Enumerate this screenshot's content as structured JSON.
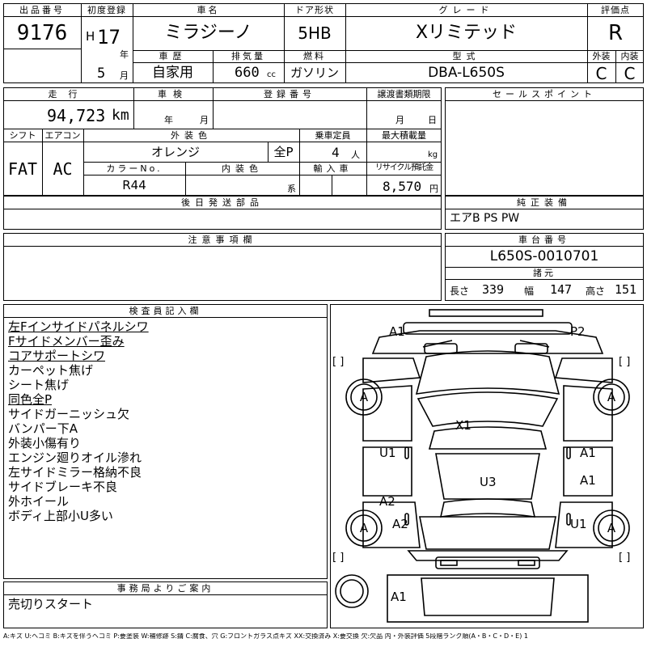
{
  "header": {
    "lot_no_label": "出品番号",
    "lot_no": "9176",
    "first_reg_label": "初度登録",
    "era": "H",
    "year": "17",
    "year_unit": "年",
    "month": "5",
    "month_unit": "月",
    "car_name_label": "車名",
    "car_name": "ミラジーノ",
    "door_label": "ドア形状",
    "door": "5HB",
    "grade_label": "グレード",
    "grade": "Xリミテッド",
    "score_label": "評価点",
    "score": "R",
    "history_label": "車歴",
    "history": "自家用",
    "displacement_label": "排気量",
    "displacement": "660",
    "displacement_unit": "cc",
    "fuel_label": "燃料",
    "fuel": "ガソリン",
    "model_label": "型式",
    "model": "DBA-L650S",
    "exterior_label": "外装",
    "exterior": "C",
    "interior_label": "内装",
    "interior": "C"
  },
  "row2": {
    "mileage_label": "走行",
    "mileage": "94,723",
    "mileage_unit": "km",
    "inspection_label": "車検",
    "inspection_year": "年",
    "inspection_month": "月",
    "reg_no_label": "登録番号",
    "transfer_label": "譲渡書類期限",
    "transfer_month": "月",
    "transfer_day": "日",
    "sales_points_label": "セールスポイント",
    "shift_label": "シフト",
    "shift": "FAT",
    "ac_label": "エアコン",
    "ac": "AC",
    "color_label": "外装色",
    "color": "オレンジ",
    "full_paint": "全P",
    "capacity_label": "乗車定員",
    "capacity": "4",
    "capacity_unit": "人",
    "max_load_label": "最大積載量",
    "max_load_unit": "kg",
    "color_no_label": "カラーNo.",
    "color_no": "R44",
    "int_color_label": "内装色",
    "int_color_unit": "系",
    "import_label": "輸入車",
    "recycle_label": "リサイクル預託金",
    "recycle": "8,570",
    "recycle_unit": "円"
  },
  "later_parts_label": "後日発送部品",
  "genuine_equipment": {
    "label": "純正装備",
    "value": "エアB PS PW"
  },
  "caution_label": "注意事項欄",
  "chassis": {
    "label": "車台番号",
    "value": "L650S-0010701"
  },
  "dimensions": {
    "label": "諸元",
    "length_label": "長さ",
    "length": "339",
    "width_label": "幅",
    "width": "147",
    "height_label": "高さ",
    "height": "151"
  },
  "inspector": {
    "label": "検査員記入欄",
    "notes": [
      "左Fインサイドパネルシワ",
      "Fサイドメンバー歪み",
      "コアサポートシワ",
      "カーペット焦げ",
      "シート焦げ",
      "同色全P",
      "サイドガーニッシュ欠",
      "バンパー下A",
      "外装小傷有り",
      "エンジン廻りオイル滲れ",
      "左サイドミラー格納不良",
      "サイドブレーキ不良",
      "外ホイール",
      "ボディ上部小U多い"
    ]
  },
  "office": {
    "label": "事務局よりご案内",
    "value": "売切りスタート"
  },
  "diagram_marks": {
    "front_left": "A1",
    "front_right": "P2",
    "tire_fl": "A",
    "tire_fr": "A",
    "tire_rl": "A",
    "tire_rr": "A",
    "roof": "X1",
    "left_front_door": "U1",
    "right_front_door": "A1",
    "right_rear_door": "A1",
    "center": "U3",
    "left_rear_door": "A2",
    "left_rear_fender": "A2",
    "right_rear_fender": "U1",
    "rear": "A1",
    "bracket": "[ ]"
  },
  "legend": "A:キズ U:ヘコミ B:キズを伴うヘコミ P:要塗装 W:補修跡 S:錆 C:腐食、穴 G:フロントガラス点キズ XX:交換済み X:要交換 欠:欠品 内・外装評価 5段階ランク順(A・B・C・D・E) 1"
}
